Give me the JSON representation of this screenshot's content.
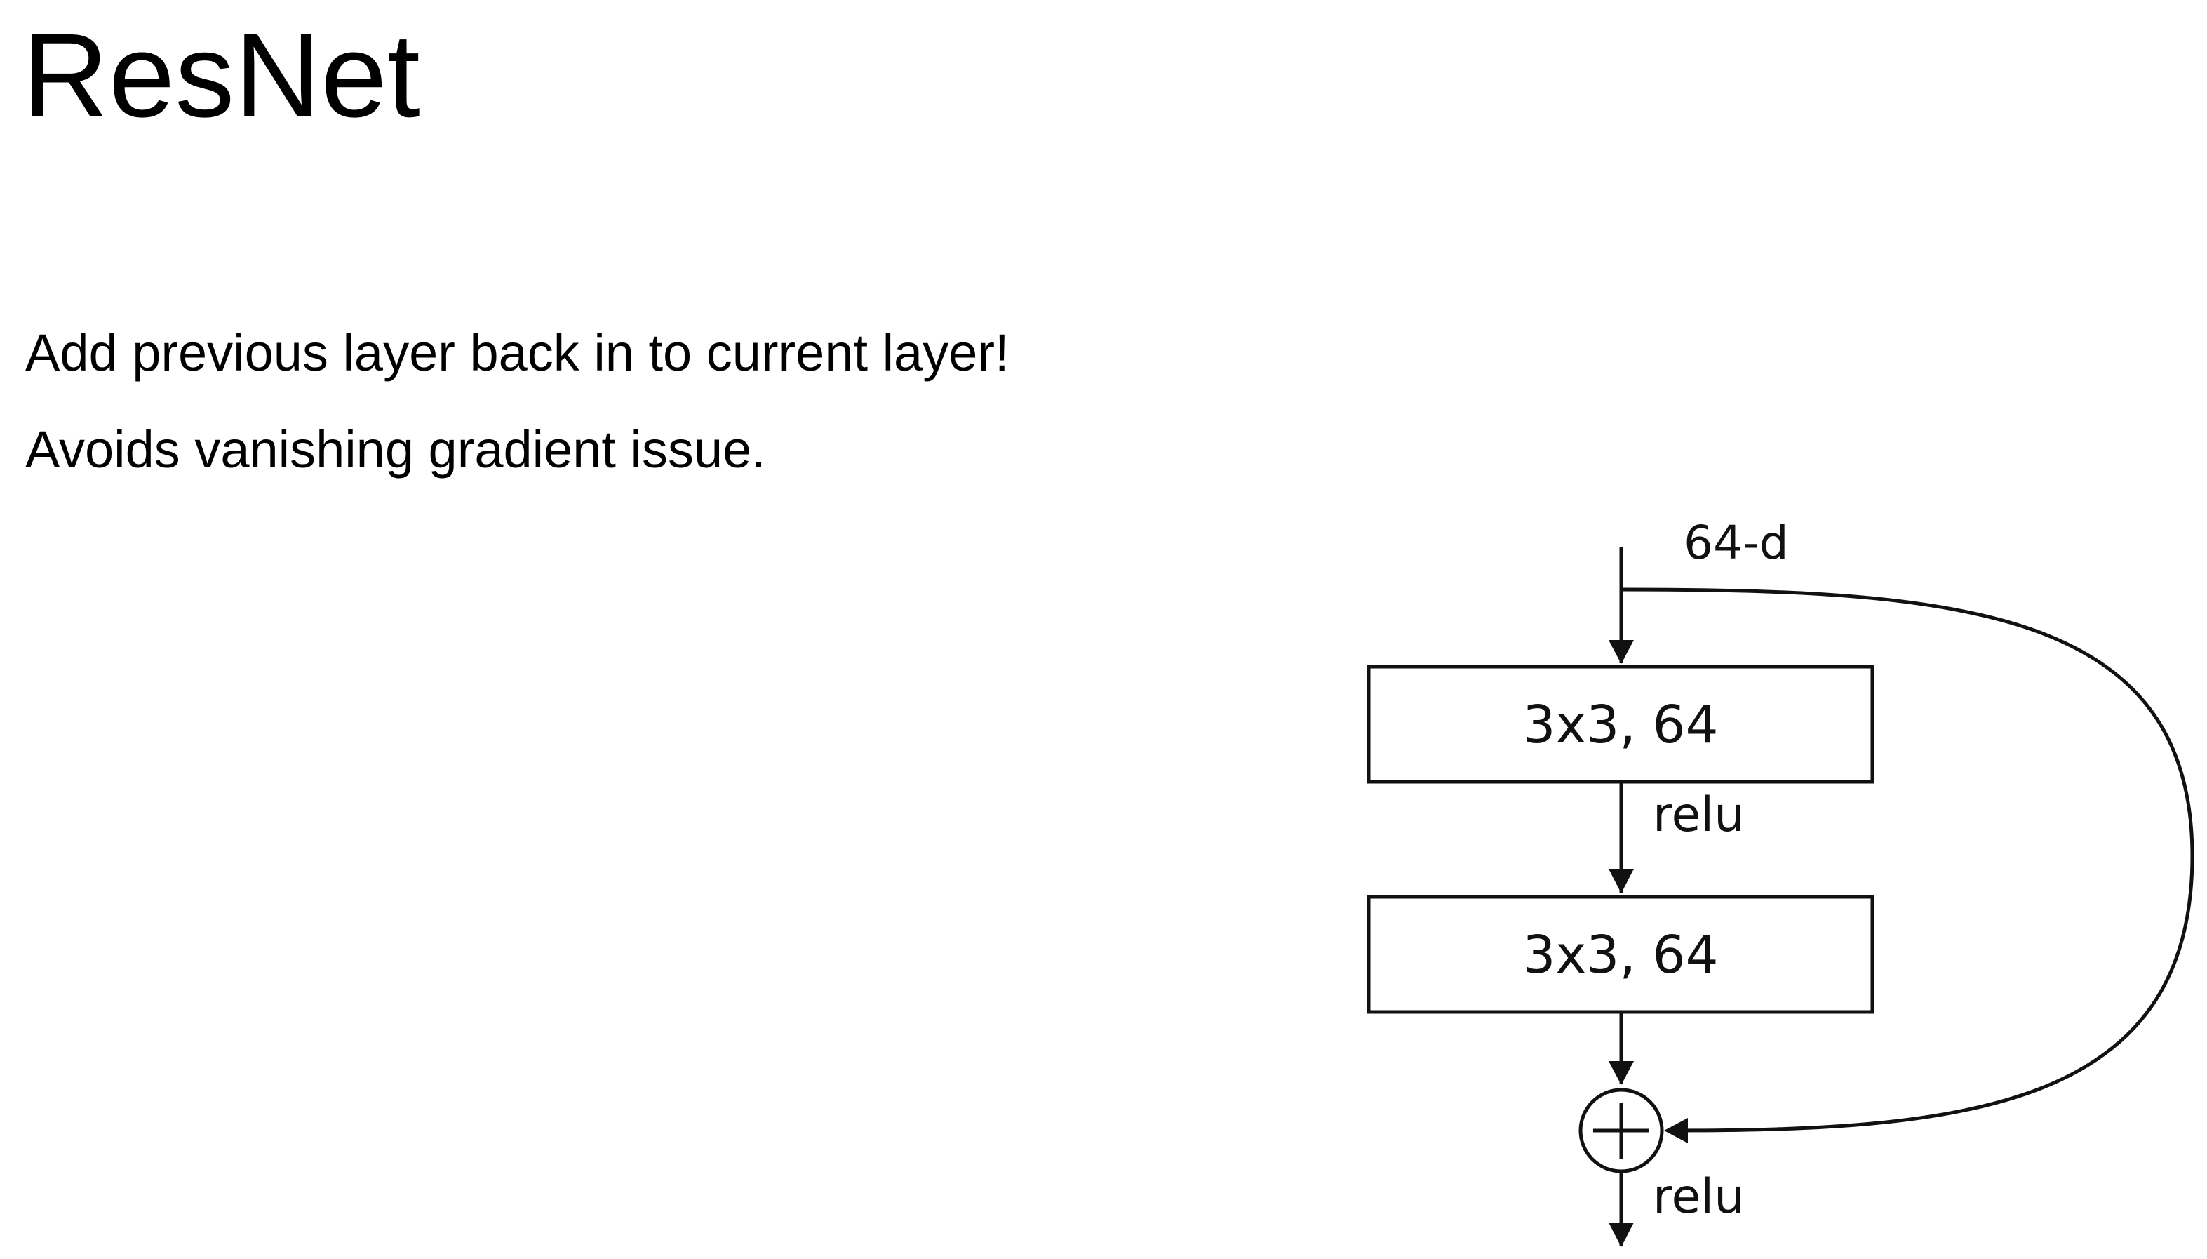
{
  "slide": {
    "title": "ResNet",
    "bullets": [
      "Add previous layer back in to current layer!",
      "Avoids vanishing gradient issue."
    ]
  },
  "diagram": {
    "input_label": "64-d",
    "layers": [
      {
        "label": "3x3, 64"
      },
      {
        "label": "3x3, 64"
      }
    ],
    "activation_between": "relu",
    "add_symbol": "+",
    "output_activation": "relu",
    "colors": {
      "stroke": "#111111",
      "text": "#111111",
      "background": "#ffffff"
    }
  }
}
